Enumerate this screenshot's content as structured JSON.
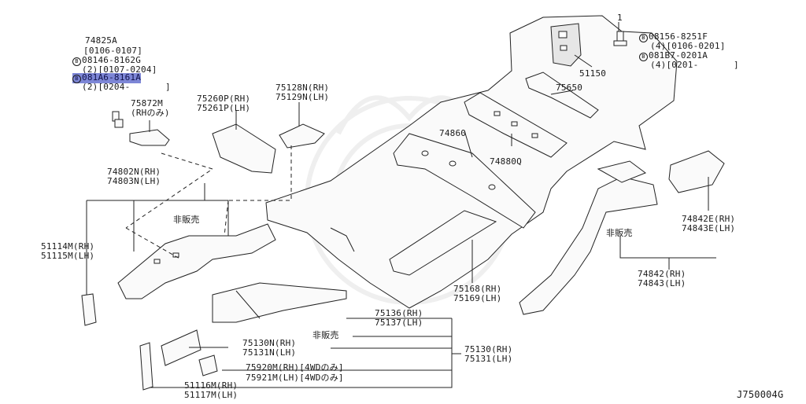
{
  "diagram": {
    "drawing_code": "J750004G",
    "callouts": {
      "p74825a": "74825A",
      "p74825a_r1": "[0106-0107]",
      "p08146_code": "08146-8162G",
      "p08146_r": "(2)[0107-0204]",
      "p081a6_code": "081A6-8161A",
      "p081a6_r": "(2)[0204-",
      "p081a6_close": "]",
      "p75872m": "75872M",
      "p75872m_n": "(RHのみ)",
      "p75260p": "75260P(RH)",
      "p75261p": "75261P(LH)",
      "p75128n": "75128N(RH)",
      "p75129n": "75129N(LH)",
      "p74802n": "74802N(RH)",
      "p74803n": "74803N(LH)",
      "not_for_sale_1": "非販売",
      "p51114m": "51114M(RH)",
      "p51115m": "51115M(LH)",
      "p74860": "74860",
      "p74880q": "74880Q",
      "p75650": "75650",
      "p51150": "51150",
      "num_1": "1",
      "p08156_code": "08156-8251F",
      "p08156_r": "(4)[0106-0201]",
      "p081b7_code": "081B7-0201A",
      "p081b7_r": "(4)[0201-",
      "p081b7_close": "]",
      "p74842e": "74842E(RH)",
      "p74843e": "74843E(LH)",
      "not_for_sale_2": "非販売",
      "p74842": "74842(RH)",
      "p74843": "74843(LH)",
      "p75168": "75168(RH)",
      "p75169": "75169(LH)",
      "p75136": "75136(RH)",
      "p75137": "75137(LH)",
      "not_for_sale_3": "非販売",
      "p75130n": "75130N(RH)",
      "p75131n": "75131N(LH)",
      "p75130": "75130(RH)",
      "p75131": "75131(LH)",
      "p75920m": "75920M(RH)[4WDのみ]",
      "p75921m": "75921M(LH)[4WDのみ]",
      "p51116m": "51116M(RH)",
      "p51117m": "51117M(LH)",
      "bolt_mark": "B"
    }
  }
}
